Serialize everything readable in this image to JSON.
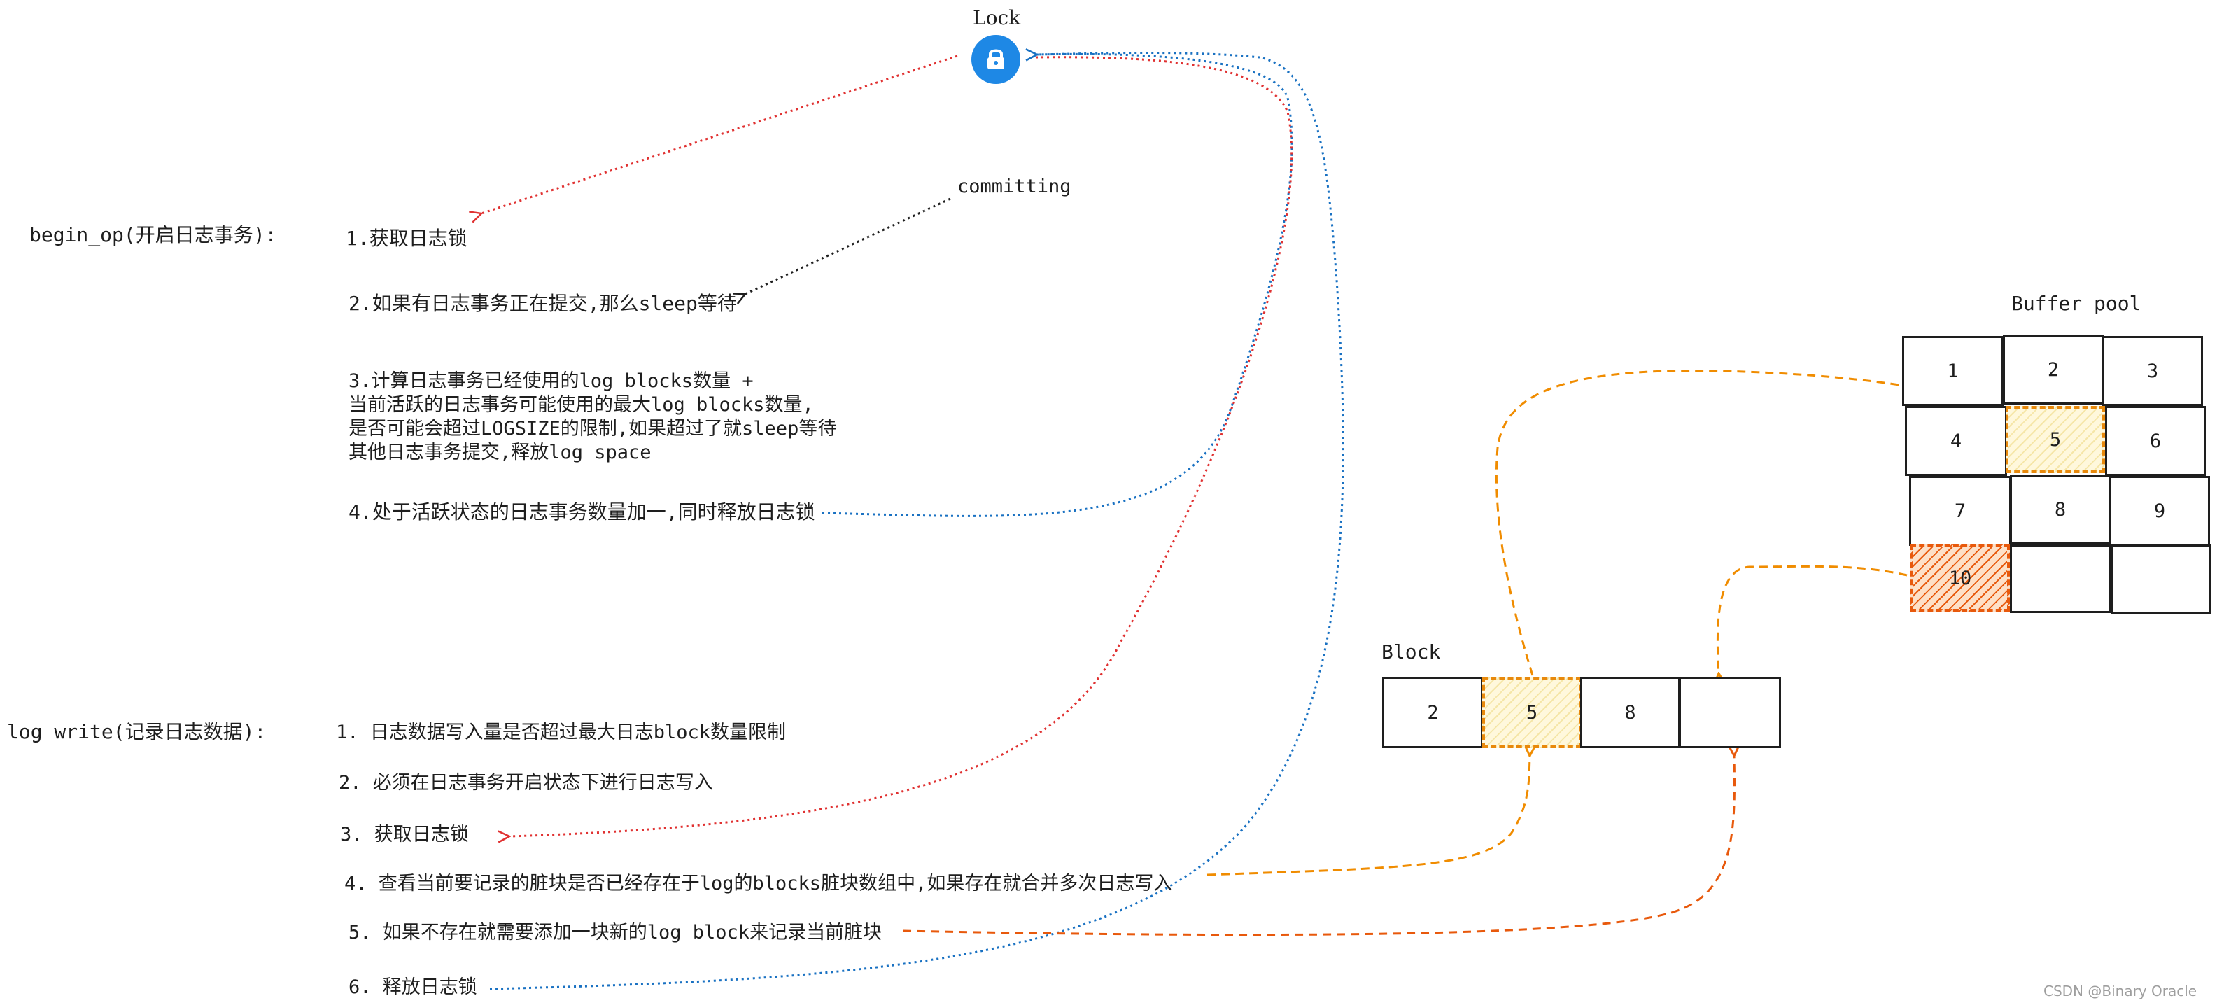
{
  "lock": {
    "label": "Lock",
    "icon": "lock-icon"
  },
  "committing": "committing",
  "begin_op": {
    "title": "begin_op(开启日志事务):",
    "steps": [
      "1.获取日志锁",
      "2.如果有日志事务正在提交,那么sleep等待",
      "3.计算日志事务已经使用的log blocks数量 +",
      "当前活跃的日志事务可能使用的最大log blocks数量,",
      "是否可能会超过LOGSIZE的限制,如果超过了就sleep等待",
      "其他日志事务提交,释放log space",
      "4.处于活跃状态的日志事务数量加一,同时释放日志锁"
    ]
  },
  "log_write": {
    "title": "log write(记录日志数据):",
    "steps": [
      "1. 日志数据写入量是否超过最大日志block数量限制",
      "2. 必须在日志事务开启状态下进行日志写入",
      "3. 获取日志锁",
      "4. 查看当前要记录的脏块是否已经存在于log的blocks脏块数组中,如果存在就合并多次日志写入",
      "5. 如果不存在就需要添加一块新的log block来记录当前脏块",
      "6. 释放日志锁"
    ]
  },
  "block": {
    "label": "Block",
    "cells": [
      "2",
      "5",
      "8",
      ""
    ]
  },
  "buffer_pool": {
    "label": "Buffer pool",
    "cells": [
      "1",
      "2",
      "3",
      "4",
      "5",
      "6",
      "7",
      "8",
      "9",
      "10",
      "",
      ""
    ]
  },
  "watermark": "CSDN @Binary Oracle",
  "colors": {
    "red": "#e03131",
    "blue": "#1971c2",
    "black": "#1e1e1e",
    "orange": "#f08c00",
    "dark_orange": "#e8590c",
    "lock_blue": "#1e88e5"
  }
}
